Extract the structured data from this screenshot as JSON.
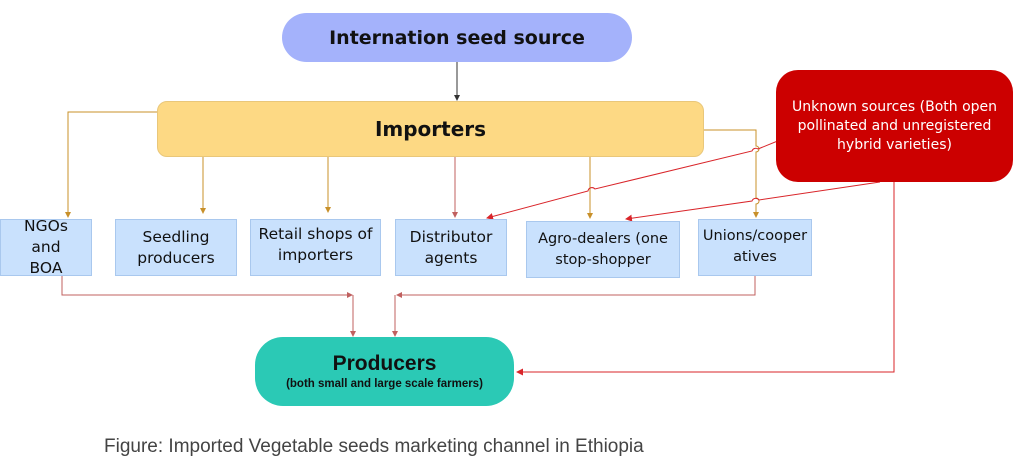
{
  "diagram": {
    "type": "flowchart",
    "title": "Imported Vegetable seeds marketing channel in Ethiopia",
    "nodes": {
      "source": {
        "label": "Internation seed source",
        "color": "#a4b2fb"
      },
      "importers": {
        "label": "Importers",
        "color": "#fdd984"
      },
      "unknown": {
        "label": "Unknown sources (Both open pollinated and unregistered hybrid varieties)",
        "color": "#cc0000"
      },
      "channels": [
        {
          "id": "ngos",
          "label": "NGOs and BOA"
        },
        {
          "id": "seedling",
          "label": "Seedling producers"
        },
        {
          "id": "retail",
          "label": "Retail shops of importers"
        },
        {
          "id": "distributor",
          "label": "Distributor agents"
        },
        {
          "id": "agro",
          "label": "Agro-dealers (one stop-shopper"
        },
        {
          "id": "unions",
          "label": "Unions/cooper atives"
        }
      ],
      "producers": {
        "label": "Producers",
        "sublabel": "(both small and large scale farmers)",
        "color": "#2bc9b5"
      }
    },
    "edges": [
      {
        "from": "source",
        "to": "importers"
      },
      {
        "from": "importers",
        "to": "ngos"
      },
      {
        "from": "importers",
        "to": "seedling"
      },
      {
        "from": "importers",
        "to": "retail"
      },
      {
        "from": "importers",
        "to": "distributor"
      },
      {
        "from": "importers",
        "to": "agro"
      },
      {
        "from": "importers",
        "to": "unions"
      },
      {
        "from": "unknown",
        "to": "distributor"
      },
      {
        "from": "unknown",
        "to": "agro"
      },
      {
        "from": "unknown",
        "to": "producers"
      },
      {
        "from": "ngos",
        "to": "producers"
      },
      {
        "from": "unions",
        "to": "producers"
      }
    ],
    "colors": {
      "importer_edge": "#c8902a",
      "unknown_edge": "#d9252a",
      "producer_edge": "#c87a7a",
      "source_edge": "#333333"
    }
  },
  "caption": "Figure: Imported Vegetable seeds marketing channel in Ethiopia"
}
